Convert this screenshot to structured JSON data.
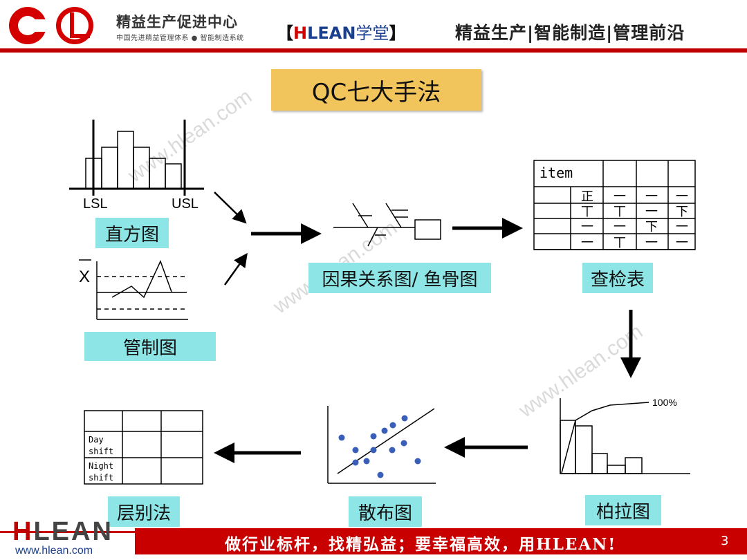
{
  "header": {
    "org_name": "精益生产促进中心",
    "org_sub": "中国先进精益管理体系 ● 智能制造系统",
    "brand_open": "【",
    "brand_h": "H",
    "brand_lean": "LEAN",
    "brand_school": "学堂",
    "brand_close": "】",
    "tagline": "精益生产|智能制造|管理前沿",
    "colors": {
      "red": "#c00000",
      "blue": "#1a3f8f"
    }
  },
  "title": "QC七大手法",
  "labels": {
    "histogram": "直方图",
    "control_chart": "管制图",
    "fishbone": "因果关系图/ 鱼骨图",
    "checksheet": "查检表",
    "pareto": "柏拉图",
    "scatter": "散布图",
    "stratification": "层别法"
  },
  "histogram": {
    "lsl": "LSL",
    "usl": "USL"
  },
  "control": {
    "xbar": "X"
  },
  "checksheet": {
    "header": "item",
    "marks": [
      "正",
      "一",
      "一",
      "一",
      "丅",
      "丅",
      "一",
      "下",
      "一",
      "一",
      "下",
      "一",
      "一",
      "丅",
      "一",
      "一"
    ]
  },
  "pareto": {
    "percent": "100%"
  },
  "stratification": {
    "day": "Day shift",
    "night": "Night shift",
    "day_l1": "Day",
    "day_l2": "shift",
    "night_l1": "Night",
    "night_l2": "shift"
  },
  "watermark": "www.hlean.com",
  "footer": {
    "slogan": "做行业标杆，找精弘益；要幸福高效，用HLEAN!",
    "page": "3",
    "logo_h": "H",
    "logo_rest": "LEAN",
    "url": "www.hlean.com"
  }
}
